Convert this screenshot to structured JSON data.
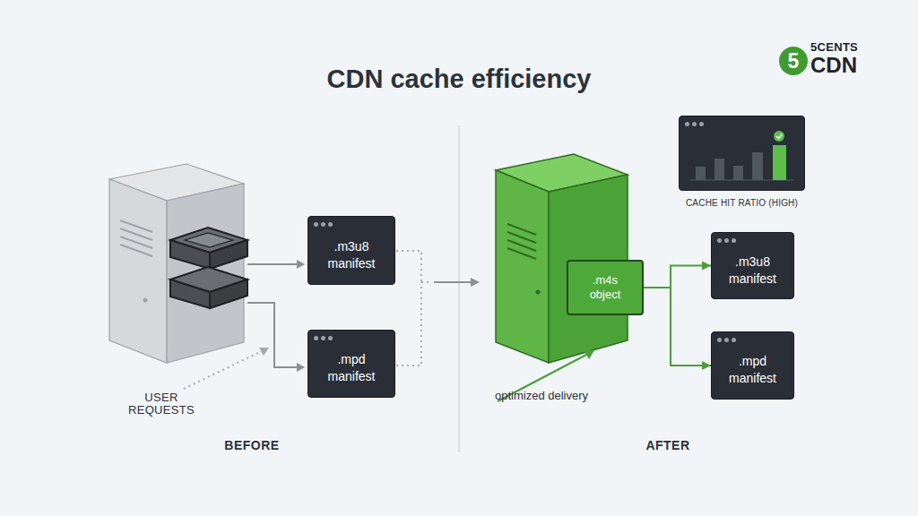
{
  "diagram": {
    "title": "CDN cache efficiency",
    "nodes": [
      {
        "text": [
          "5"
        ]
      },
      {
        "text": [
          ".m3u8 manifest"
        ]
      },
      {
        "text": [
          ".mpd manifest"
        ]
      },
      {
        "text": [
          "CACHE HIT RATIO (HIGH)"
        ]
      },
      {
        "text": [
          ".m4s object"
        ]
      },
      {
        "text": [
          ".m3u8 manifest"
        ]
      },
      {
        "text": [
          ".mpd manifest"
        ]
      }
    ],
    "edges": [
      {
        "from": 4,
        "to": 5,
        "arrow": "to"
      },
      {
        "from": 4,
        "to": 6,
        "arrow": "to"
      }
    ],
    "labels": [
      "5CENTS",
      "CDN",
      "USER REQUESTS",
      "BEFORE",
      "optimized delivery",
      "AFTER"
    ]
  }
}
